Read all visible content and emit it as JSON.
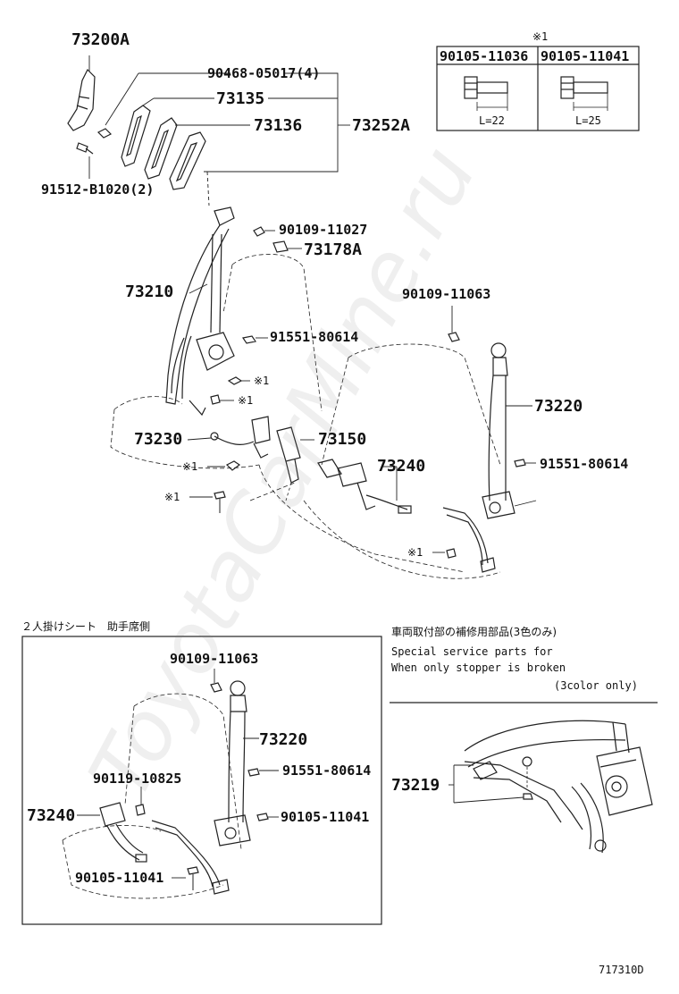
{
  "watermark": "ToyotaCarMine.ru",
  "ref_note": {
    "mark": "※1",
    "bolt_a": {
      "part": "90105-11036",
      "length": "L=22"
    },
    "bolt_b": {
      "part": "90105-11041",
      "length": "L=25"
    }
  },
  "upper_labels": {
    "p73200A": "73200A",
    "p90468": "90468-05017(4)",
    "p73135": "73135",
    "p73136": "73136",
    "p73252A": "73252A",
    "p91512": "91512-B1020(2)",
    "p90109_11027": "90109-11027",
    "p73178A": "73178A",
    "p73210": "73210",
    "p91551_a": "91551-80614",
    "mark1_a": "※1",
    "mark1_b": "※1",
    "p73230": "73230",
    "p73150": "73150",
    "mark1_c": "※1",
    "mark1_d": "※1",
    "p90109_11063": "90109-11063",
    "p73220": "73220",
    "p91551_b": "91551-80614",
    "p73240": "73240",
    "mark1_e": "※1"
  },
  "lower_left": {
    "title": "２人掛けシート　助手席側",
    "p90109_11063": "90109-11063",
    "p73220": "73220",
    "p91551": "91551-80614",
    "p90119": "90119-10825",
    "p73240": "73240",
    "p90105_a": "90105-11041",
    "p90105_b": "90105-11041"
  },
  "lower_right": {
    "title": "車両取付部の補修用部品(3色のみ)",
    "line1": "Special  service  parts  for",
    "line2": "When  only  stopper  is  broken",
    "line3": "(3color  only)",
    "p73219": "73219"
  },
  "diagram_id": "717310D"
}
